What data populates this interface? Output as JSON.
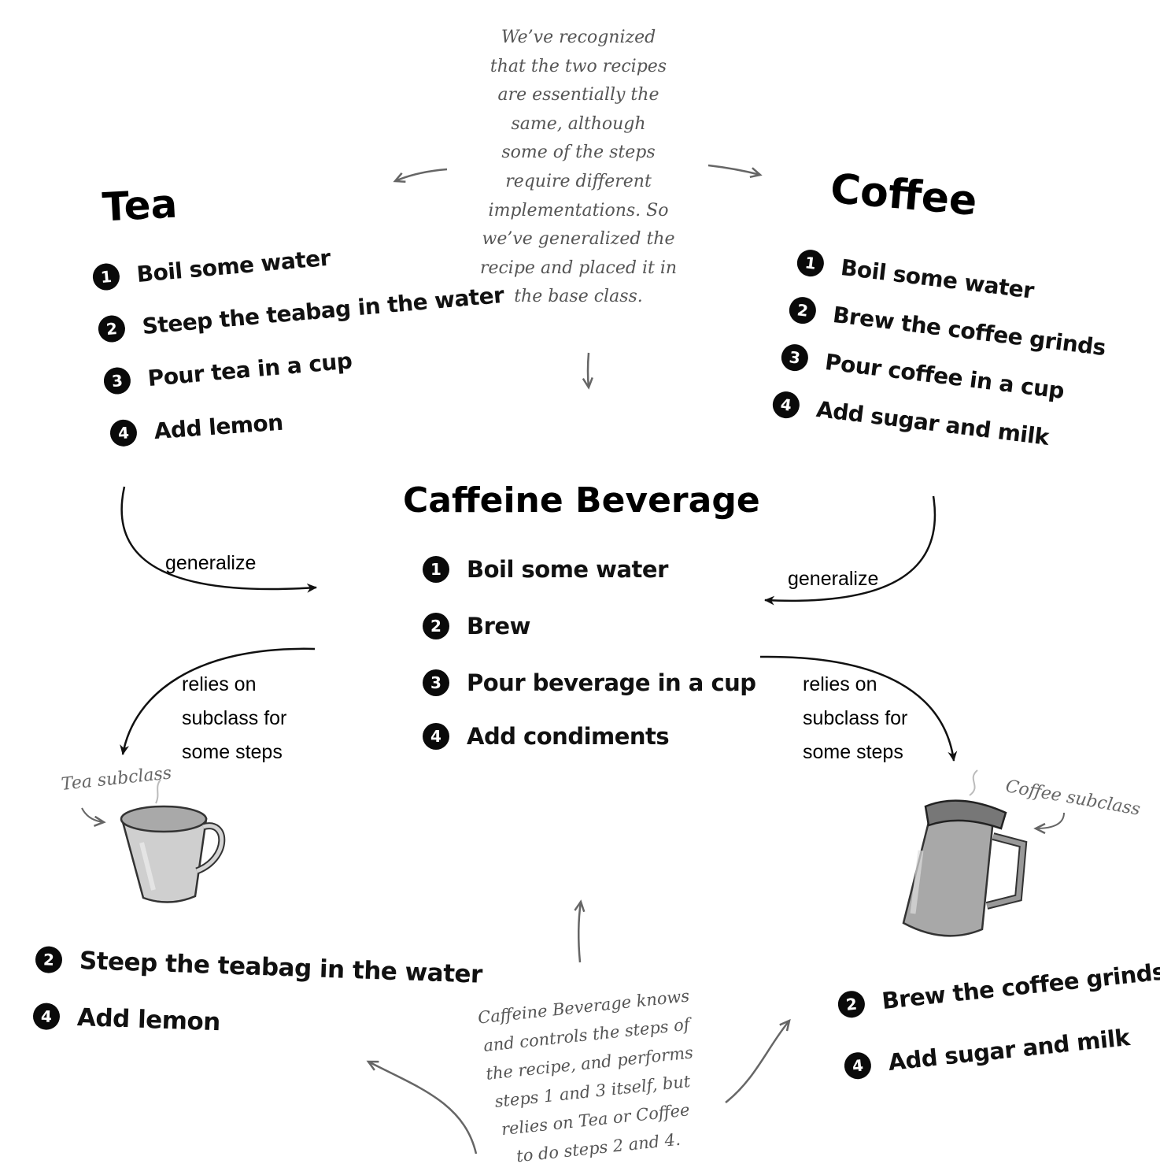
{
  "top_note": [
    "We’ve recognized",
    "that the two recipes",
    "are essentially the",
    "same, although",
    "some of the steps",
    "require different",
    "implementations.  So",
    "we’ve  generalized the",
    "recipe and placed it in",
    "the base class."
  ],
  "tea": {
    "title": "Tea",
    "steps": [
      {
        "n": "1",
        "text": "Boil some water"
      },
      {
        "n": "2",
        "text": "Steep the teabag in the water"
      },
      {
        "n": "3",
        "text": "Pour tea in a cup"
      },
      {
        "n": "4",
        "text": "Add lemon"
      }
    ]
  },
  "coffee": {
    "title": "Coffee",
    "steps": [
      {
        "n": "1",
        "text": "Boil some water"
      },
      {
        "n": "2",
        "text": "Brew the coffee grinds"
      },
      {
        "n": "3",
        "text": "Pour coffee in a cup"
      },
      {
        "n": "4",
        "text": "Add sugar and milk"
      }
    ]
  },
  "base": {
    "title": "Caffeine Beverage",
    "steps": [
      {
        "n": "1",
        "text": "Boil some water"
      },
      {
        "n": "2",
        "text": "Brew"
      },
      {
        "n": "3",
        "text": "Pour beverage in a cup"
      },
      {
        "n": "4",
        "text": "Add condiments"
      }
    ]
  },
  "arrows": {
    "generalize_left": "generalize",
    "generalize_right": "generalize",
    "relies_left": [
      "relies on",
      "subclass for",
      "some steps"
    ],
    "relies_right": [
      "relies on",
      "subclass for",
      "some steps"
    ]
  },
  "tea_subclass": {
    "label": "Tea subclass",
    "steps": [
      {
        "n": "2",
        "text": "Steep the teabag in the water"
      },
      {
        "n": "4",
        "text": "Add lemon"
      }
    ]
  },
  "coffee_subclass": {
    "label": "Coffee subclass",
    "steps": [
      {
        "n": "2",
        "text": "Brew the coffee grinds"
      },
      {
        "n": "4",
        "text": "Add sugar and milk"
      }
    ]
  },
  "bottom_note": [
    "Caffeine Beverage knows",
    "and controls the steps of",
    "the recipe, and performs",
    "steps 1 and 3 itself, but",
    "relies on Tea or Coffee",
    "to do steps 2 and 4."
  ]
}
